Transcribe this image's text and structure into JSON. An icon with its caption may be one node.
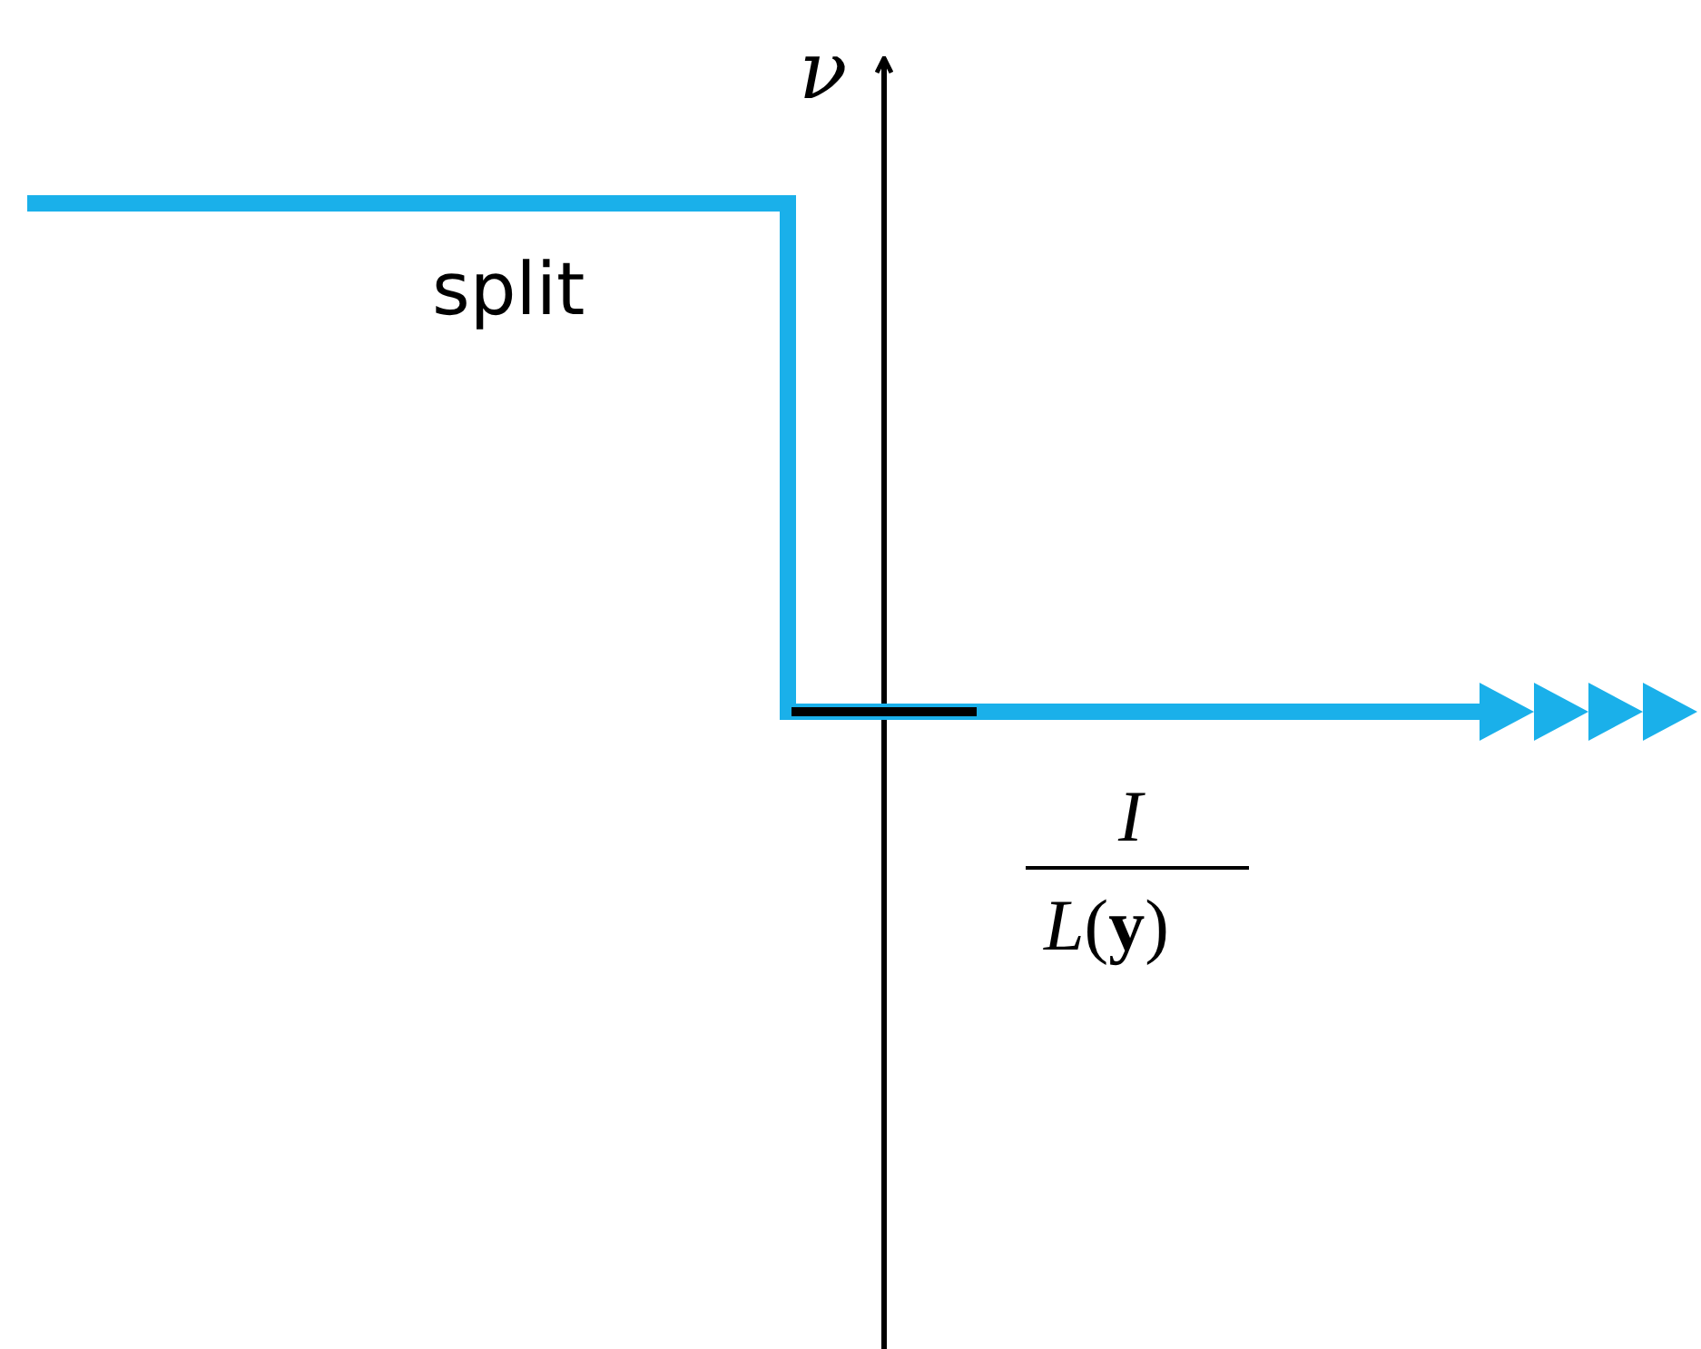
{
  "diagram": {
    "labels": [
      "ν",
      "split",
      "*I*",
      "*L*(**y**)"
    ]
  }
}
